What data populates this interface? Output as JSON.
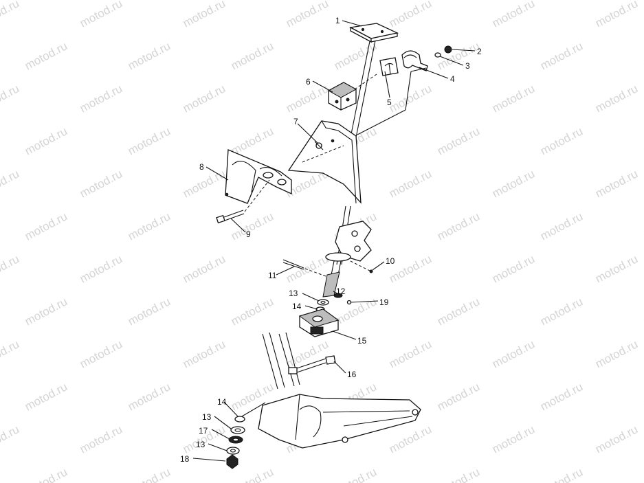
{
  "watermark": "motod.ru",
  "callouts": {
    "c1": "1",
    "c2": "2",
    "c3": "3",
    "c4": "4",
    "c5": "5",
    "c6": "6",
    "c7": "7",
    "c8": "8",
    "c9": "9",
    "c10": "10",
    "c11": "11",
    "c12": "12",
    "c13a": "13",
    "c14a": "14",
    "c19": "19",
    "c15": "15",
    "c16": "16",
    "c14b": "14",
    "c13b": "13",
    "c17": "17",
    "c13c": "13",
    "c18": "18"
  }
}
